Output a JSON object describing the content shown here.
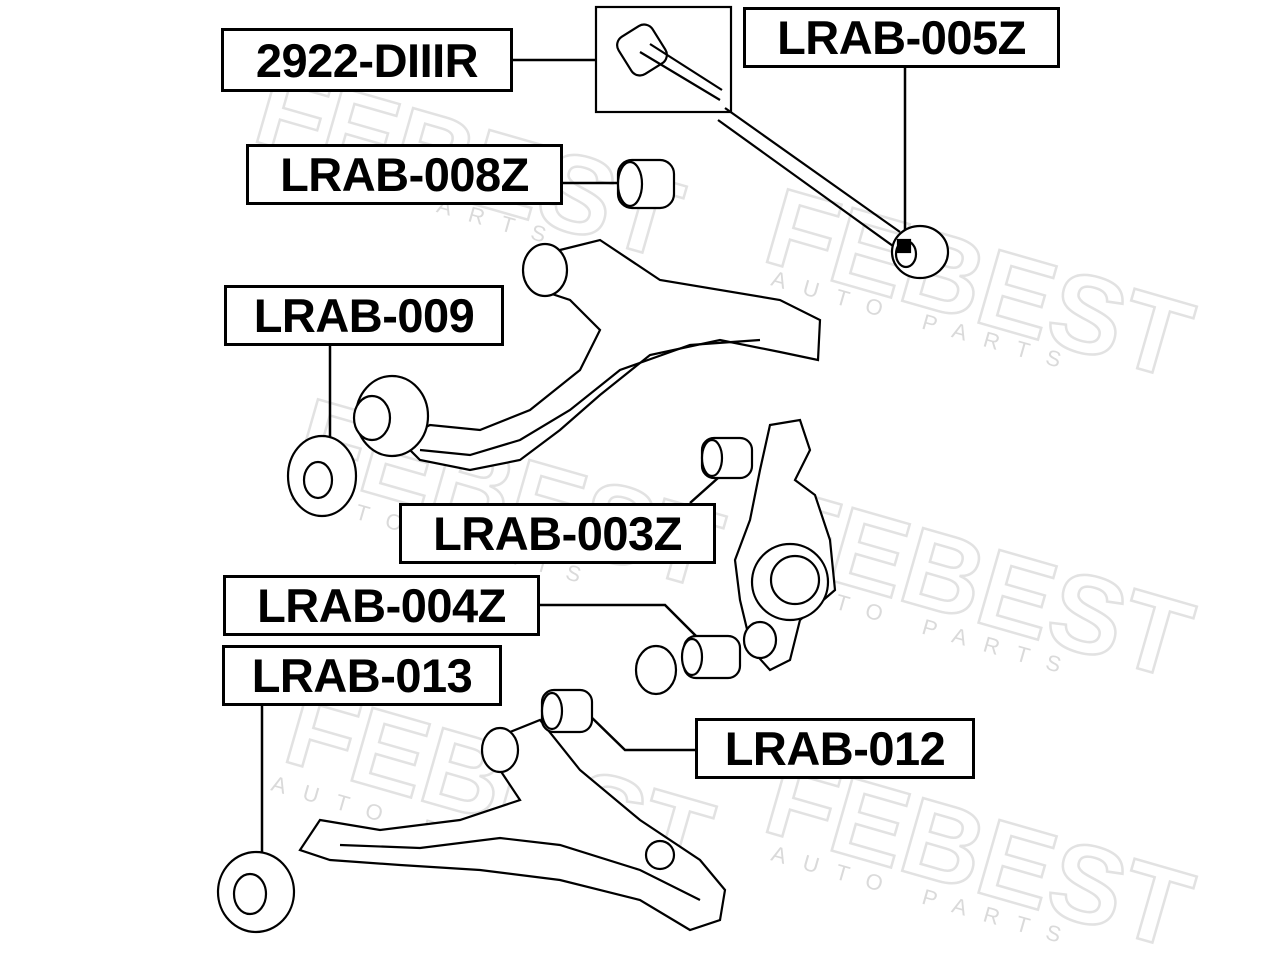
{
  "labels": {
    "tie_rod": "2922-DIIIR",
    "lrab_005z": "LRAB-005Z",
    "lrab_008z": "LRAB-008Z",
    "lrab_009": "LRAB-009",
    "lrab_003z": "LRAB-003Z",
    "lrab_004z": "LRAB-004Z",
    "lrab_013": "LRAB-013",
    "lrab_012": "LRAB-012"
  },
  "watermark": {
    "brand": "FEBEST",
    "sub": "AUTO PARTS"
  },
  "colors": {
    "line": "#000000",
    "watermark": "#e2e2e2",
    "background": "#ffffff"
  }
}
